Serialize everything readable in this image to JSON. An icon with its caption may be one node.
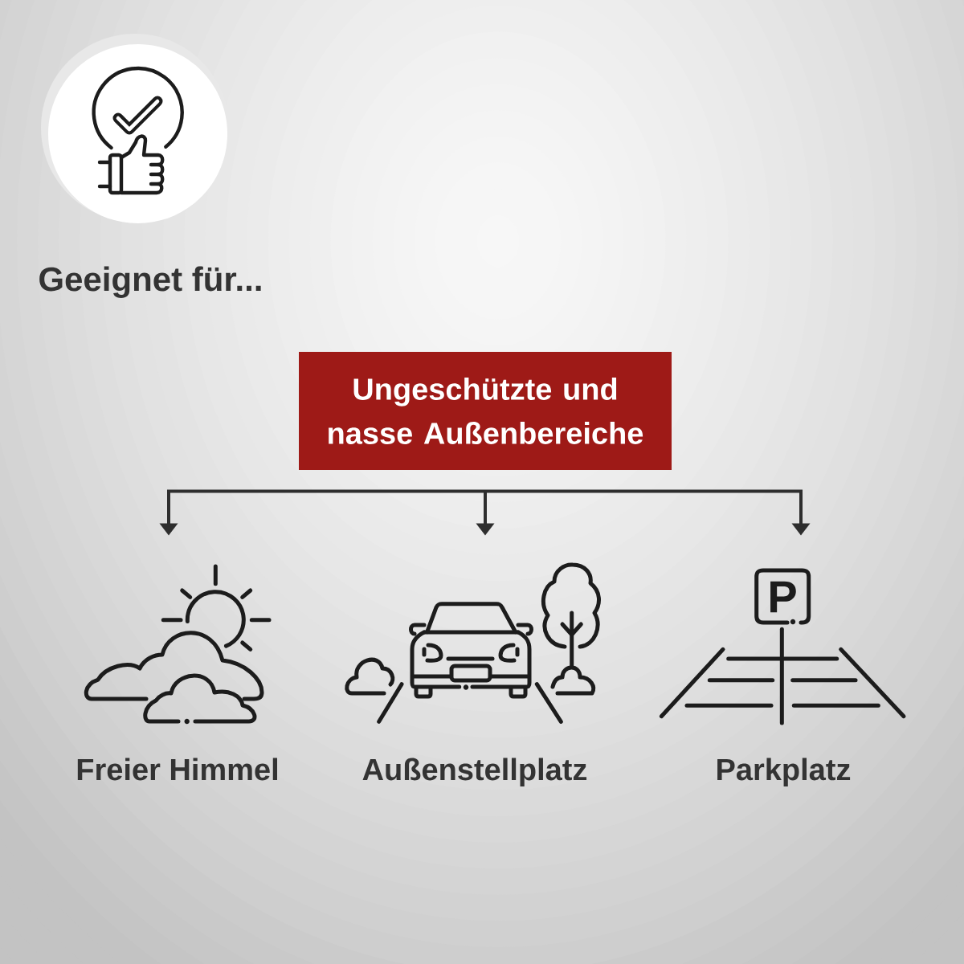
{
  "diagram": {
    "title": "Geeignet für...",
    "nodes": [
      {
        "text": [
          "Ungeschützte und nasse Außenbereiche"
        ]
      },
      {
        "text": [],
        "shape": "picture",
        "beside": [
          "Freier Himmel"
        ]
      },
      {
        "text": [],
        "shape": "picture",
        "beside": [
          "Außenstellplatz"
        ]
      },
      {
        "text": [],
        "shape": "picture",
        "beside": [
          "Parkplatz"
        ]
      }
    ],
    "edges": [
      {
        "from": 0,
        "to": 1,
        "arrow": "to"
      },
      {
        "from": 0,
        "to": 2,
        "arrow": "to"
      },
      {
        "from": 0,
        "to": 3,
        "arrow": "to"
      }
    ],
    "labels": [
      "P"
    ]
  }
}
